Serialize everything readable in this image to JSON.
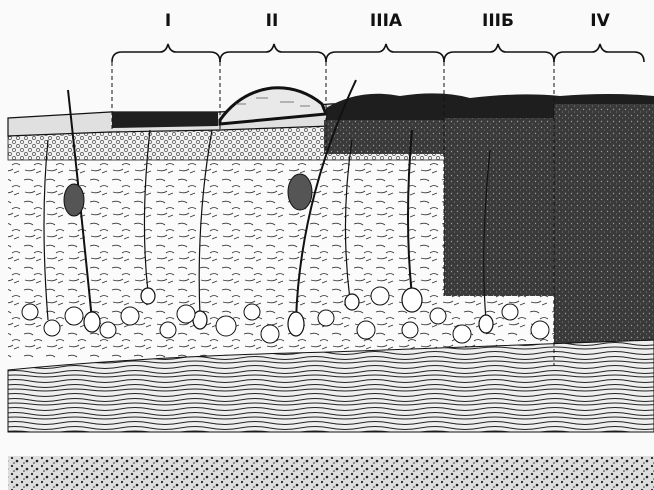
{
  "zones": [
    {
      "id": "I",
      "label": "I"
    },
    {
      "id": "II",
      "label": "II"
    },
    {
      "id": "IIIA",
      "label": "IIIА"
    },
    {
      "id": "IIIB",
      "label": "IIIБ"
    },
    {
      "id": "IV",
      "label": "IV"
    }
  ],
  "colors": {
    "ink": "#111111",
    "paper": "#fafafa",
    "dark_tissue": "#3a3a3a",
    "charred": "#1e1e1e"
  }
}
